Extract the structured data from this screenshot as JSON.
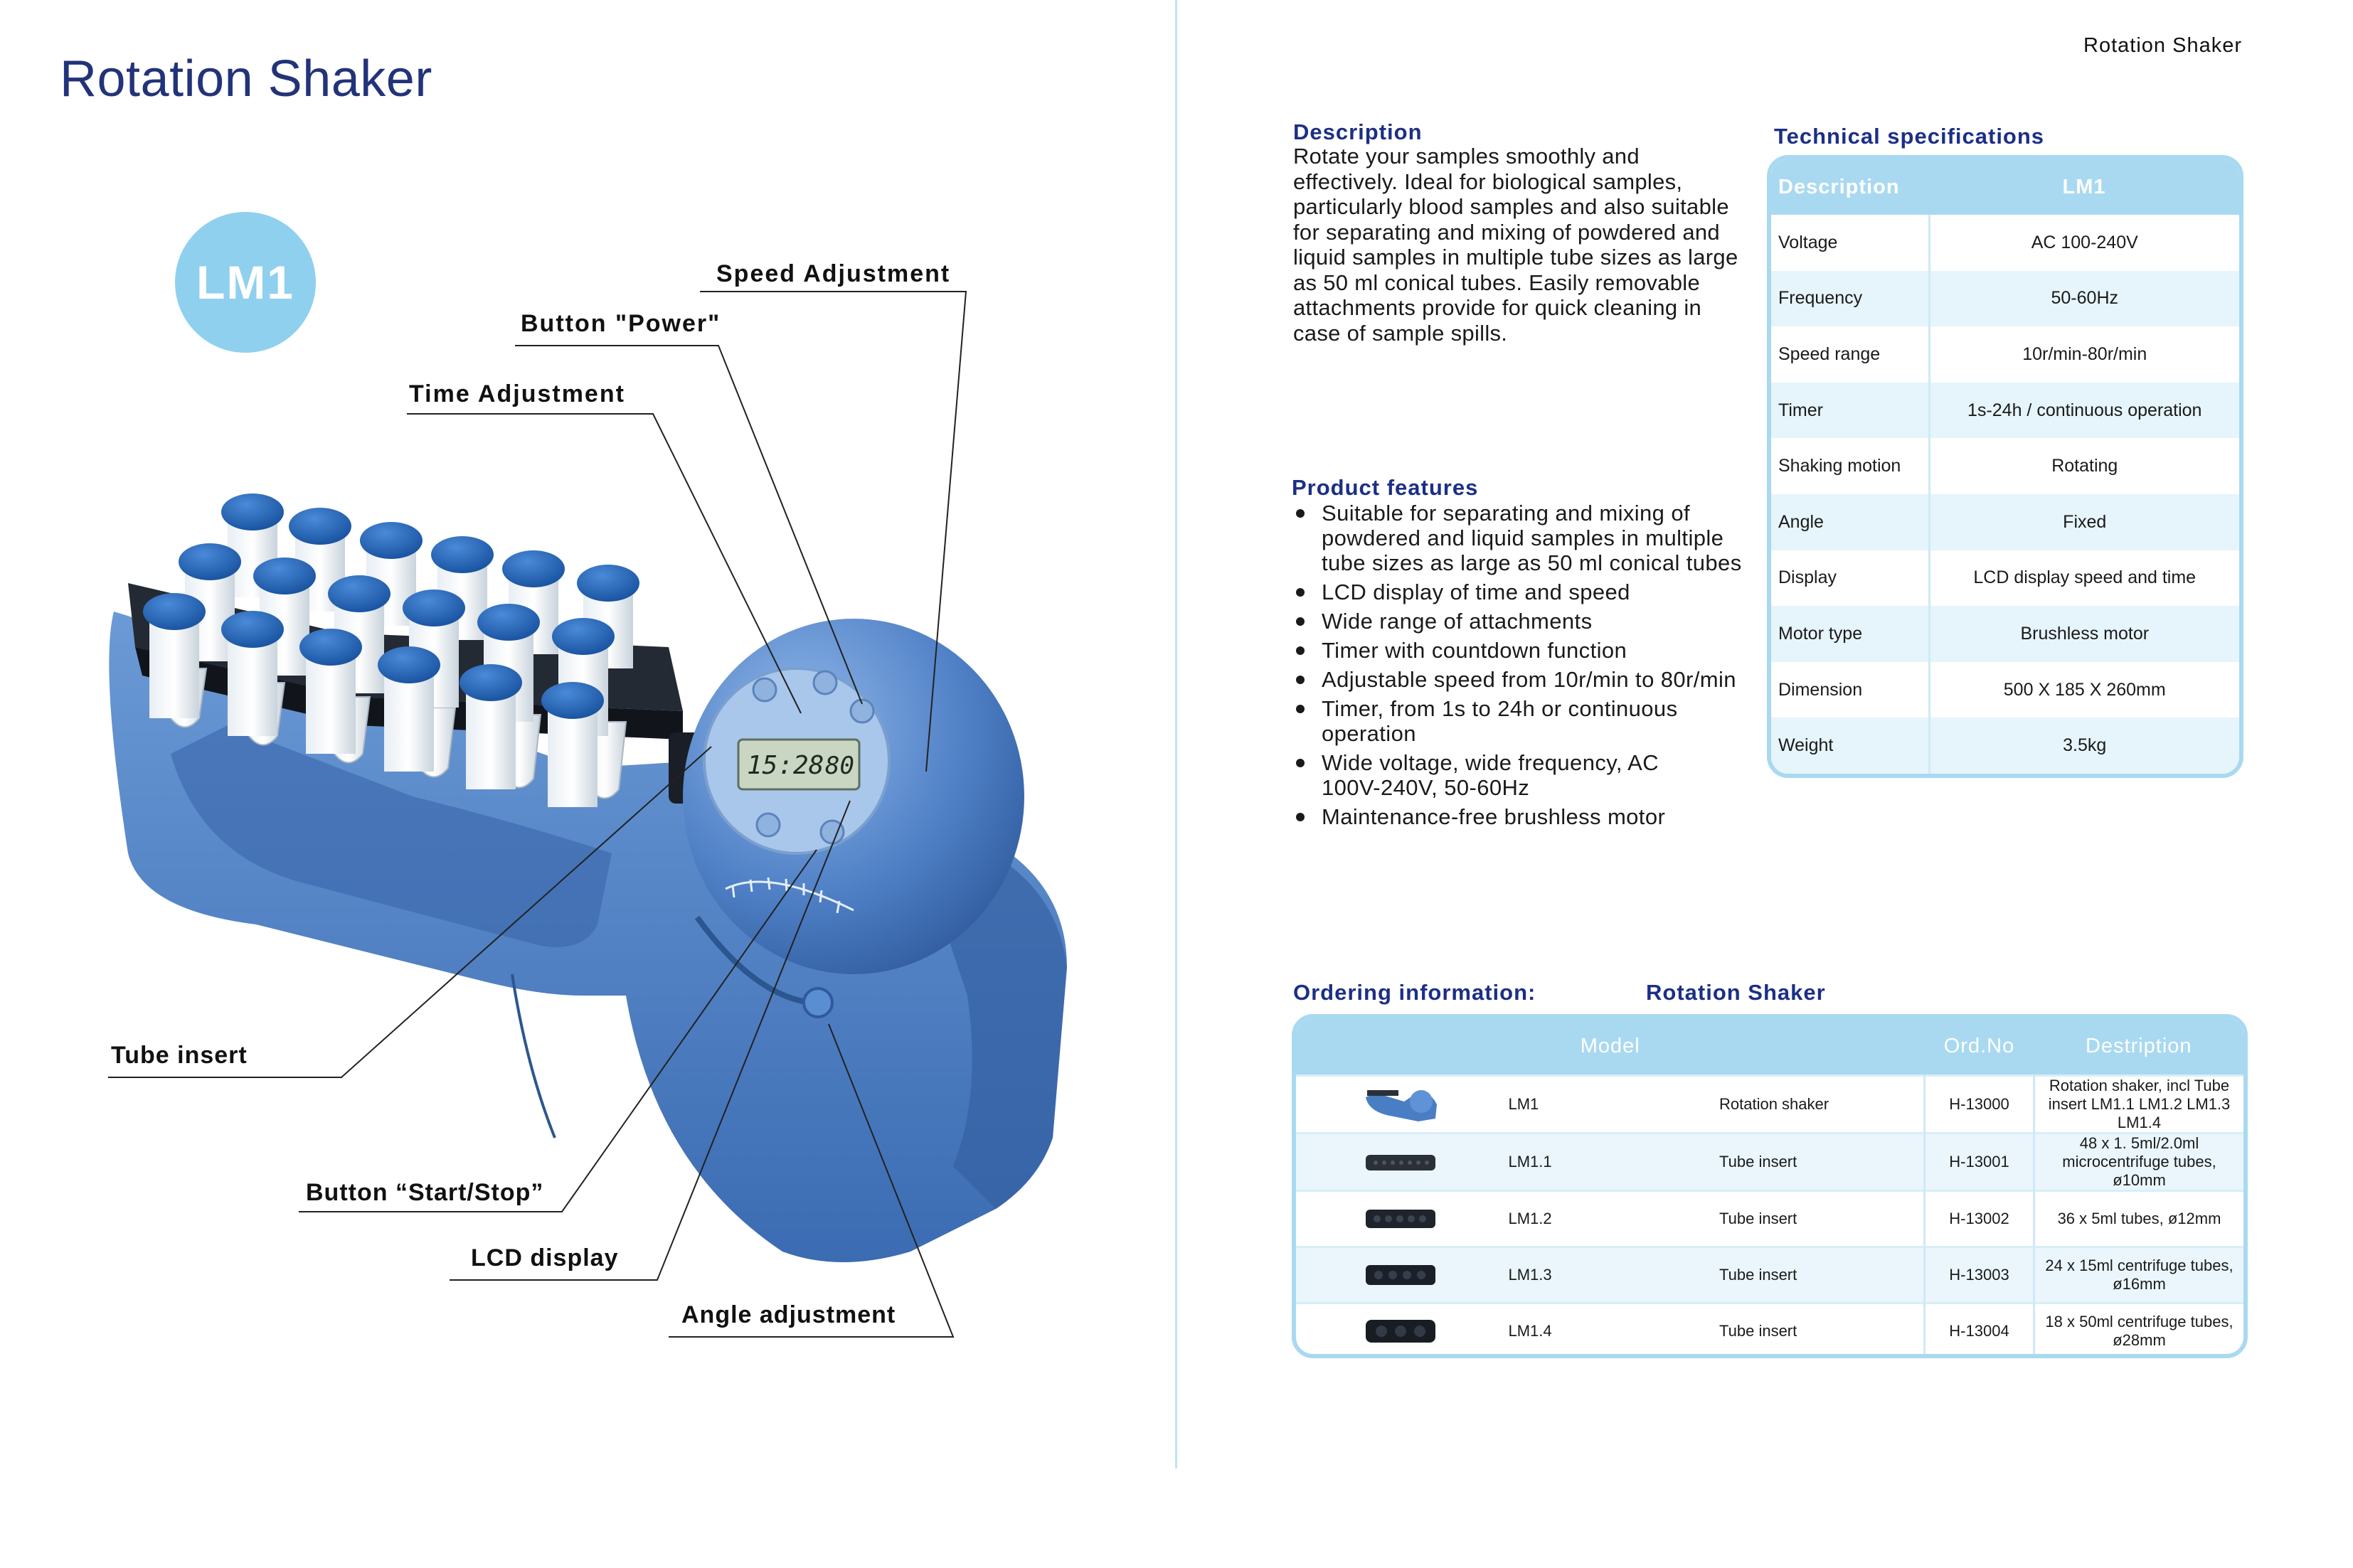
{
  "left_page": {
    "title": "Rotation Shaker",
    "badge": "LM1",
    "callouts": {
      "speed_adjustment": "Speed  Adjustment",
      "button_power": "Button \"Power\"",
      "time_adjustment": "Time  Adjustment",
      "tube_insert": "Tube insert",
      "button_start_stop": "Button “Start/Stop”",
      "lcd_display": "LCD display",
      "angle_adjustment": "Angle adjustment"
    },
    "lcd": {
      "time": "15:28",
      "speed": "80"
    }
  },
  "right_page": {
    "running_head": "Rotation Shaker",
    "description": {
      "heading": "Description",
      "text": "Rotate your samples smoothly and effectively. Ideal for biological samples, particularly blood samples and also suitable for separating and mixing of powdered and liquid samples in multiple tube sizes as large as 50 ml conical tubes. Easily removable attachments provide for quick cleaning in case of sample spills."
    },
    "features": {
      "heading": "Product features",
      "items": [
        "Suitable for separating and mixing of powdered and liquid samples in multiple tube sizes as large as 50 ml conical tubes",
        "LCD display of time and speed",
        "Wide range of attachments",
        "Timer with countdown function",
        "Adjustable speed from 10r/min to 80r/min",
        "Timer, from 1s to 24h or continuous operation",
        "Wide voltage, wide frequency, AC 100V-240V, 50-60Hz",
        "Maintenance-free brushless motor"
      ]
    },
    "specs": {
      "heading": "Technical specifications",
      "columns": [
        "Description",
        "LM1"
      ],
      "rows": [
        [
          "Voltage",
          "AC 100-240V"
        ],
        [
          "Frequency",
          "50-60Hz"
        ],
        [
          "Speed range",
          "10r/min-80r/min"
        ],
        [
          "Timer",
          "1s-24h / continuous operation"
        ],
        [
          "Shaking motion",
          "Rotating"
        ],
        [
          "Angle",
          "Fixed"
        ],
        [
          "Display",
          "LCD display speed and time"
        ],
        [
          "Motor type",
          "Brushless motor"
        ],
        [
          "Dimension",
          "500 X 185 X 260mm"
        ],
        [
          "Weight",
          "3.5kg"
        ]
      ]
    },
    "ordering": {
      "heading": "Ordering information:",
      "subheading": "Rotation Shaker",
      "columns": [
        "Model",
        "Ord.No",
        "Destription"
      ],
      "rows": [
        [
          "LM1",
          "Rotation shaker",
          "H-13000",
          "Rotation shaker, incl Tube insert LM1.1 LM1.2 LM1.3 LM1.4"
        ],
        [
          "LM1.1",
          "Tube insert",
          "H-13001",
          "48 x 1. 5ml/2.0ml microcentrifuge tubes, ø10mm"
        ],
        [
          "LM1.2",
          "Tube insert",
          "H-13002",
          "36 x 5ml tubes, ø12mm"
        ],
        [
          "LM1.3",
          "Tube insert",
          "H-13003",
          "24 x 15ml centrifuge tubes, ø16mm"
        ],
        [
          "LM1.4",
          "Tube insert",
          "H-13004",
          "18 x 50ml centrifuge tubes, ø28mm"
        ]
      ]
    }
  },
  "colors": {
    "title_navy": "#22337a",
    "heading_blue": "#1c2f86",
    "table_header": "#a9d9f1",
    "table_alt_row": "#e6f4fb",
    "device_blue": "#4a7ec4",
    "cap_blue": "#1f5fb0"
  }
}
